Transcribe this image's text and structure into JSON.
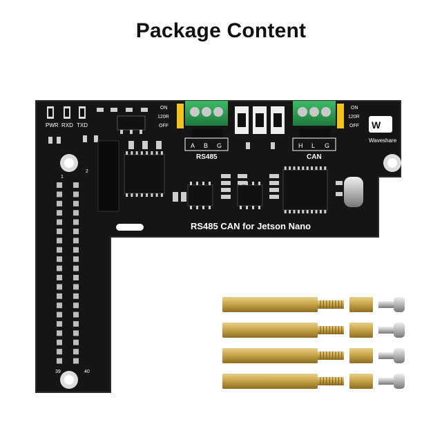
{
  "title": "Package Content",
  "board": {
    "name": "RS485 CAN for Jetson Nano",
    "brand": "Waveshare",
    "led_labels": [
      "PWR",
      "RXD",
      "TXD"
    ],
    "switch_labels_left": [
      "ON",
      "120R",
      "OFF"
    ],
    "switch_labels_right": [
      "ON",
      "120R",
      "OFF"
    ],
    "rs485_terminals": [
      "A",
      "B",
      "G"
    ],
    "rs485_label": "RS485",
    "can_terminals": [
      "H",
      "L",
      "G"
    ],
    "can_label": "CAN",
    "pin_corner_top": "1",
    "pin_corner_top2": "2",
    "pin_corner_bottom": "39",
    "pin_corner_bottom2": "40",
    "colors": {
      "pcb": "#161616",
      "terminal": "#2e9e52",
      "standoff": "#c9a64a",
      "screw": "#b9b9b9"
    }
  },
  "accessories": {
    "standoffs_long": 4,
    "nuts": 4,
    "screws": 4
  }
}
